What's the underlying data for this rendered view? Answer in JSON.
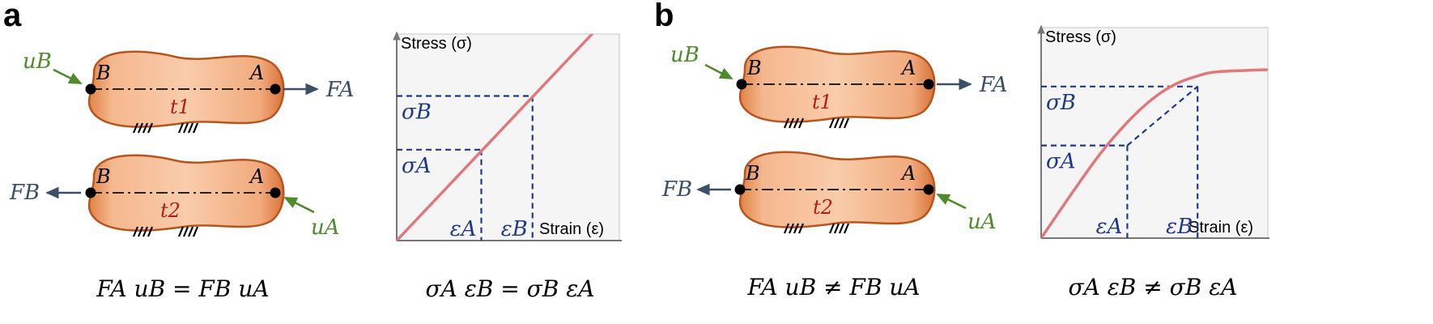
{
  "colors": {
    "body_fill_light": "#f7c7a4",
    "body_fill_dark": "#d9733a",
    "body_stroke": "#b8541c",
    "force": "#3b4f6b",
    "displacement": "#4f8a2b",
    "thickness_label": "#b01c1c",
    "stress_strain_label": "#1f3a8a",
    "curve": "#e0797c",
    "plot_bg": "#f5f5f5"
  },
  "panels": [
    {
      "letter": "a",
      "top_body": {
        "left_point": "B",
        "right_point": "A",
        "thickness": "t1",
        "input_label": "uB",
        "output_label": "FA"
      },
      "bottom_body": {
        "left_point": "B",
        "right_point": "A",
        "thickness": "t2",
        "output_label": "FB",
        "input_label": "uA"
      },
      "reciprocity_equation": "FA uB = FB uA",
      "chart_caption": "σA εB = σB εA"
    },
    {
      "letter": "b",
      "top_body": {
        "left_point": "B",
        "right_point": "A",
        "thickness": "t1",
        "input_label": "uB",
        "output_label": "FA"
      },
      "bottom_body": {
        "left_point": "B",
        "right_point": "A",
        "thickness": "t2",
        "output_label": "FB",
        "input_label": "uA"
      },
      "reciprocity_equation": "FA uB ≠ FB uA",
      "chart_caption": "σA εB ≠ σB εA"
    }
  ],
  "chart_data": [
    {
      "type": "line",
      "curve": "linear",
      "xlabel": "Strain (ε)",
      "ylabel": "Stress (σ)",
      "xlim": [
        0,
        1
      ],
      "ylim": [
        0,
        1
      ],
      "grid": false,
      "series": [
        {
          "x": [
            0,
            1
          ],
          "y": [
            0,
            1.14
          ]
        }
      ],
      "marked_points": [
        {
          "strain_label": "εA",
          "stress_label": "σA",
          "x": 0.38,
          "y": 0.44
        },
        {
          "strain_label": "εB",
          "stress_label": "σB",
          "x": 0.61,
          "y": 0.7
        }
      ]
    },
    {
      "type": "line",
      "curve": "saturating",
      "xlabel": "Strain (ε)",
      "ylabel": "Stress (σ)",
      "xlim": [
        0,
        1
      ],
      "ylim": [
        0,
        1
      ],
      "grid": false,
      "series": [
        {
          "x": [
            0,
            0.14,
            0.26,
            0.38,
            0.49,
            0.59,
            0.69,
            0.78,
            1
          ],
          "y": [
            0,
            0.22,
            0.4,
            0.55,
            0.66,
            0.73,
            0.77,
            0.79,
            0.8
          ]
        }
      ],
      "secant": true,
      "marked_points": [
        {
          "strain_label": "εA",
          "stress_label": "σA",
          "x": 0.38,
          "y": 0.44
        },
        {
          "strain_label": "εB",
          "stress_label": "σB",
          "x": 0.69,
          "y": 0.72
        }
      ]
    }
  ]
}
